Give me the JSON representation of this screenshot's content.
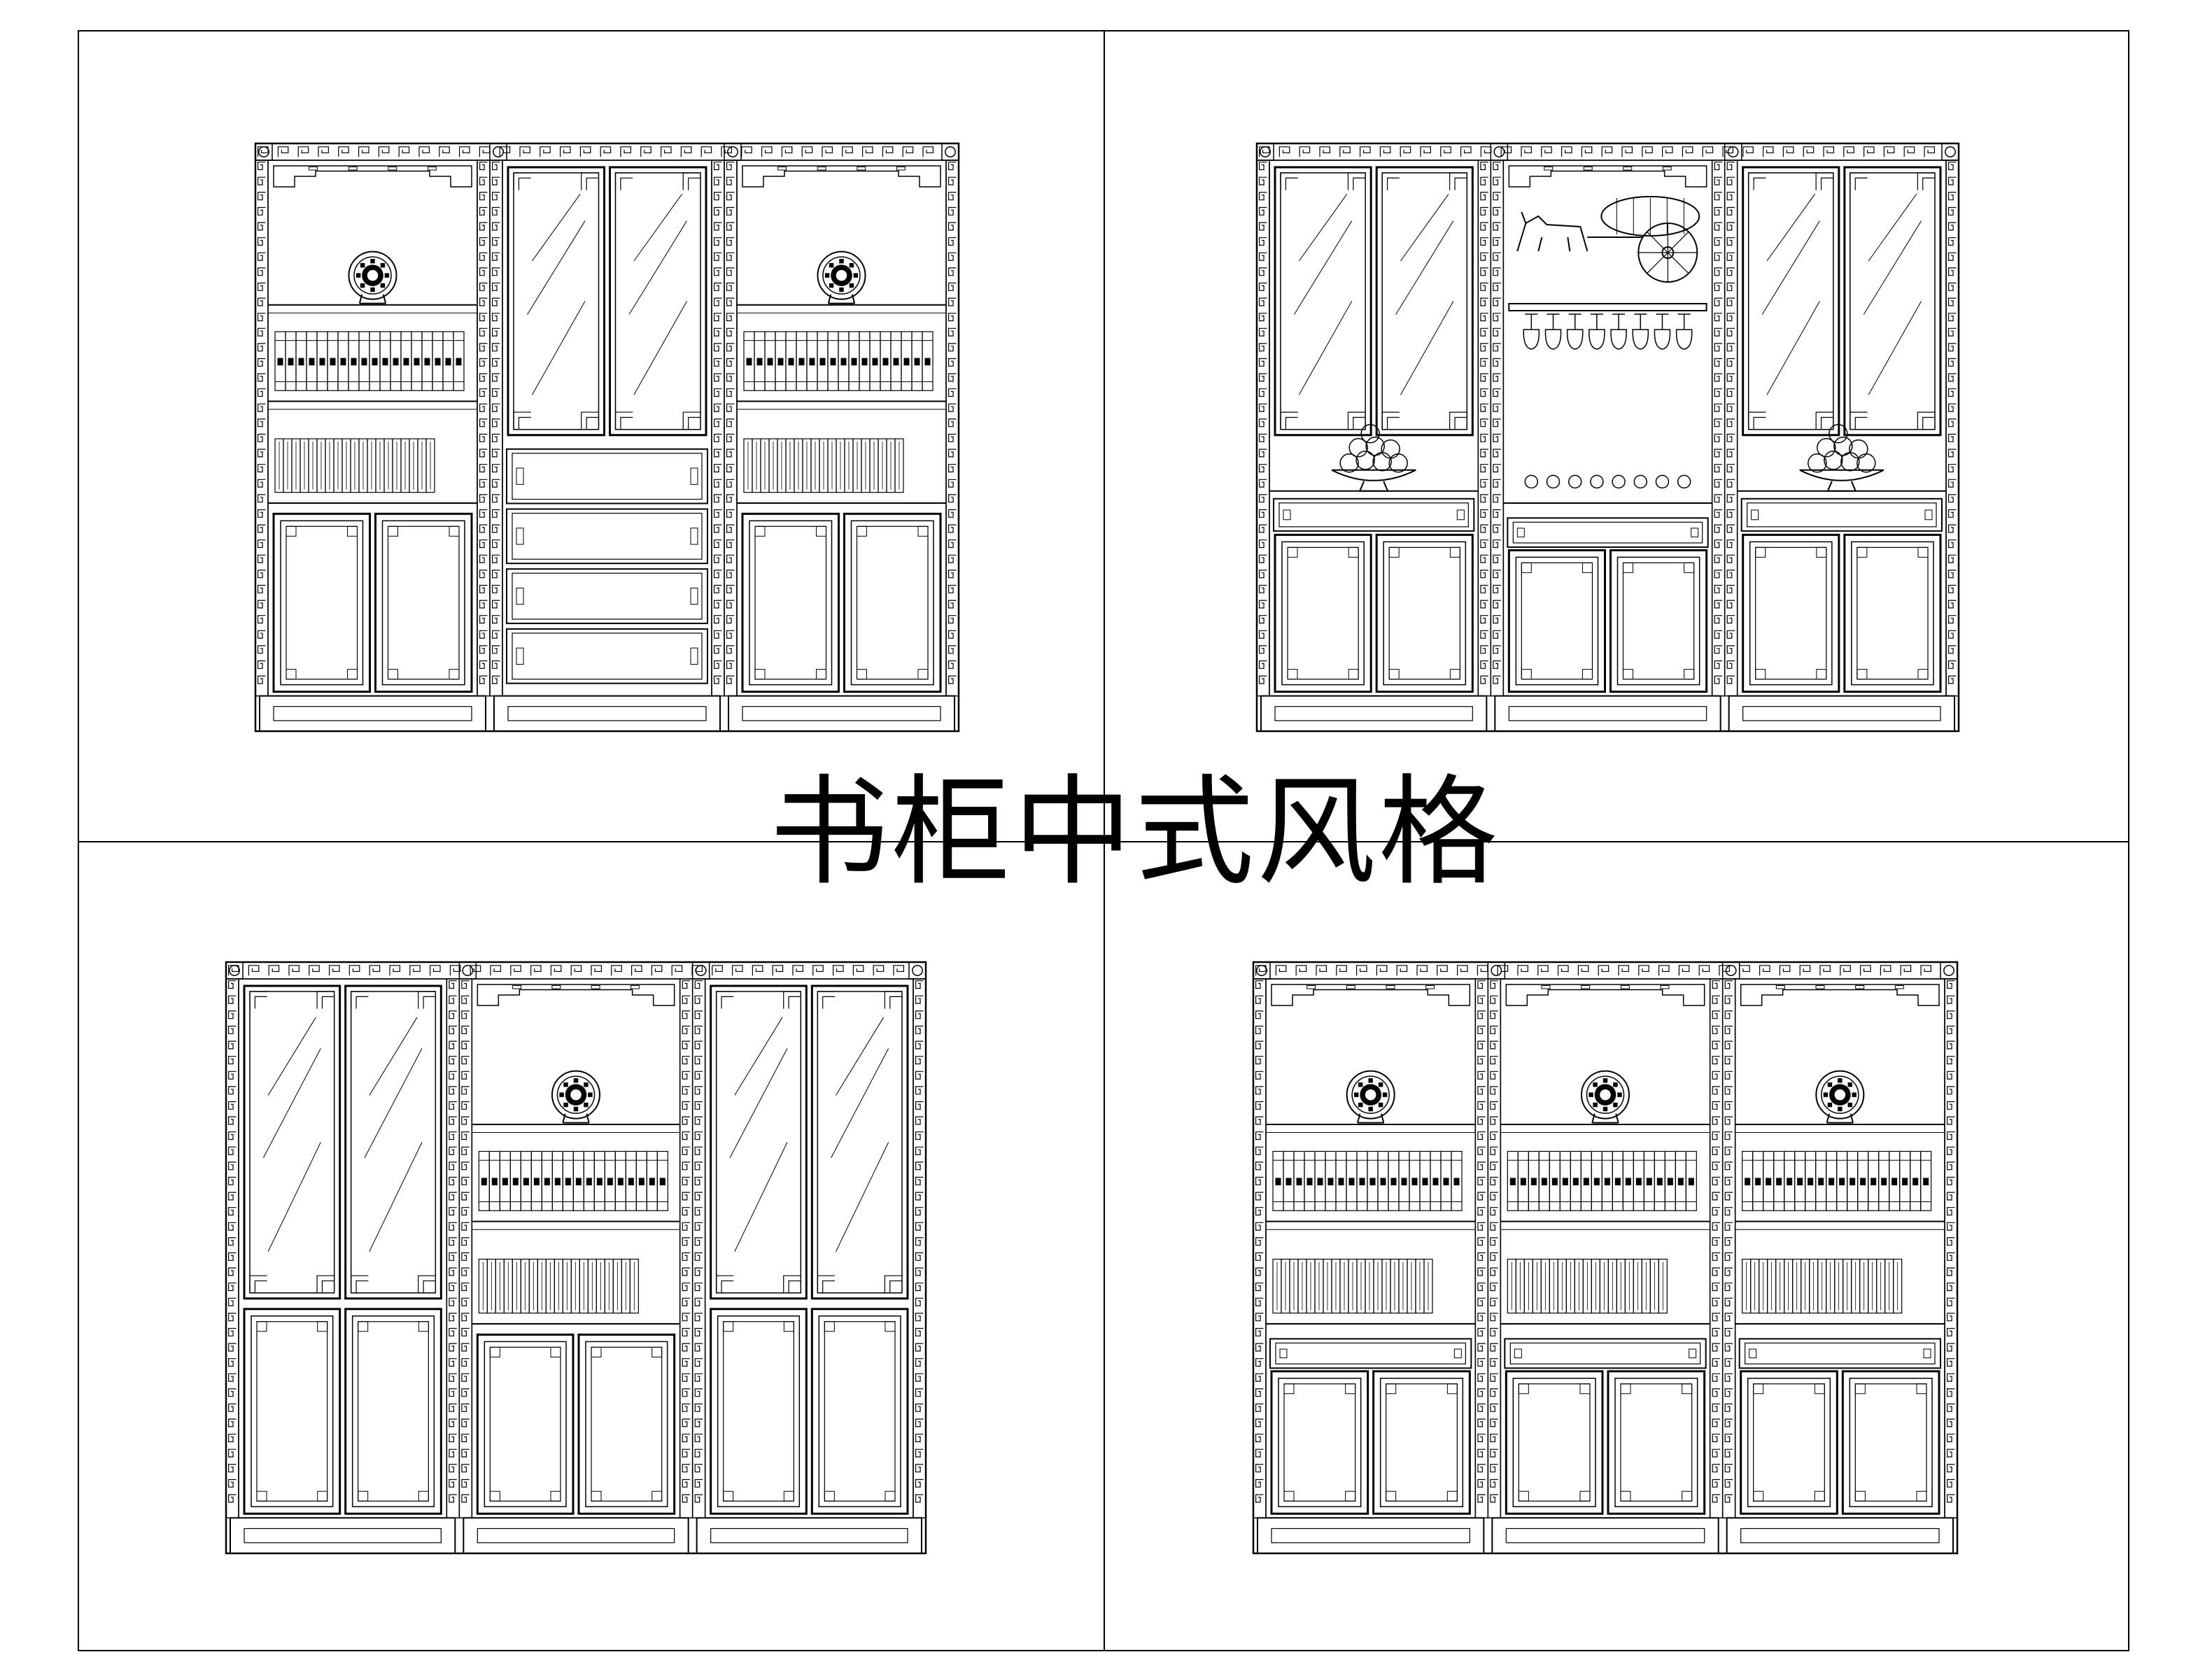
{
  "title": "书柜中式风格",
  "line_color": "#000000",
  "background": "#ffffff",
  "quadrants": [
    {
      "id": "top-left",
      "modules": [
        "open-shelf",
        "glass-door",
        "open-shelf"
      ]
    },
    {
      "id": "top-right",
      "modules": [
        "glass-door",
        "wine-display",
        "glass-door"
      ]
    },
    {
      "id": "bottom-left",
      "modules": [
        "glass-door",
        "open-shelf",
        "glass-door"
      ]
    },
    {
      "id": "bottom-right",
      "modules": [
        "open-shelf",
        "open-shelf",
        "open-shelf"
      ]
    }
  ],
  "icons": [
    "plate-icon",
    "book-row-icon",
    "horse-cart-icon",
    "wine-glass-icon",
    "fruit-bowl-icon",
    "meander-border-icon"
  ]
}
